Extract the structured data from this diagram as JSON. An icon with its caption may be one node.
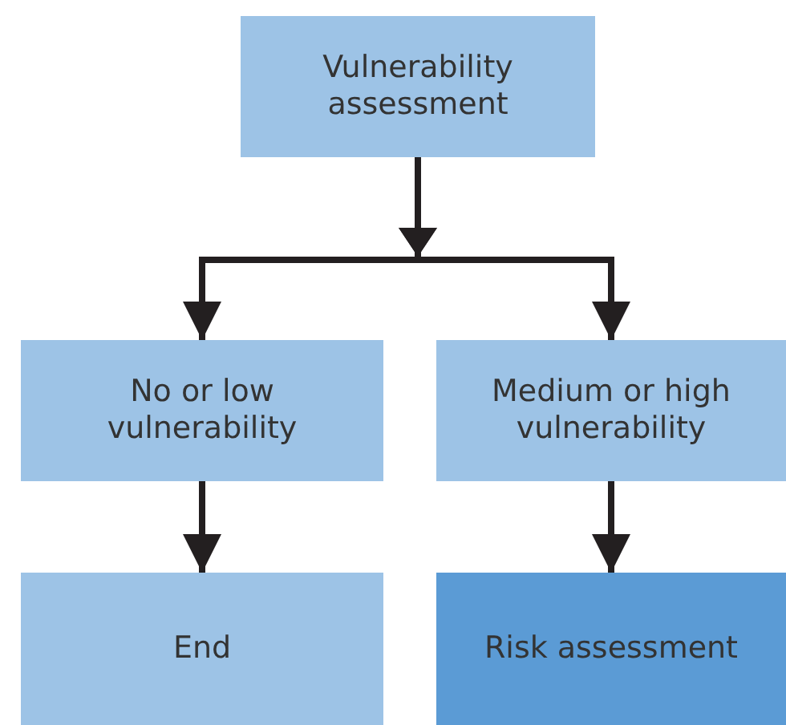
{
  "diagram": {
    "nodes": [
      {
        "text": [
          "Vulnerability assessment"
        ]
      },
      {
        "text": [
          "No or low vulnerability"
        ]
      },
      {
        "text": [
          "Medium or high vulnerability"
        ]
      },
      {
        "text": [
          "End"
        ]
      },
      {
        "text": [
          "Risk assessment"
        ]
      }
    ],
    "edges": [
      {
        "from": 0,
        "to": 1,
        "arrow": "to"
      },
      {
        "from": 0,
        "to": 2,
        "arrow": "to"
      },
      {
        "from": 1,
        "to": 3,
        "arrow": "to"
      },
      {
        "from": 2,
        "to": 4,
        "arrow": "to"
      }
    ]
  }
}
